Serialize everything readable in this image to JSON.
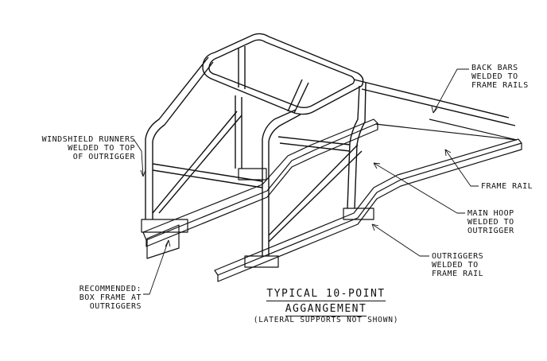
{
  "labels": {
    "back_bars": [
      "BACK BARS",
      "WELDED TO",
      "FRAME RAILS"
    ],
    "windshield": [
      "WINDSHIELD RUNNERS",
      "WELDED TO TOP",
      "OF OUTRIGGER"
    ],
    "frame_rail": [
      "FRAME RAIL"
    ],
    "main_hoop": [
      "MAIN HOOP",
      "WELDED TO",
      "OUTRIGGER"
    ],
    "outriggers": [
      "OUTRIGGERS",
      "WELDED TO",
      "FRAME RAIL"
    ],
    "box_frame": [
      "RECOMMENDED:",
      "BOX FRAME AT",
      "OUTRIGGERS"
    ]
  },
  "title": "TYPICAL 10-POINT AGGANGEMENT",
  "subtitle": "(LATERAL SUPPORTS NOT SHOWN)"
}
